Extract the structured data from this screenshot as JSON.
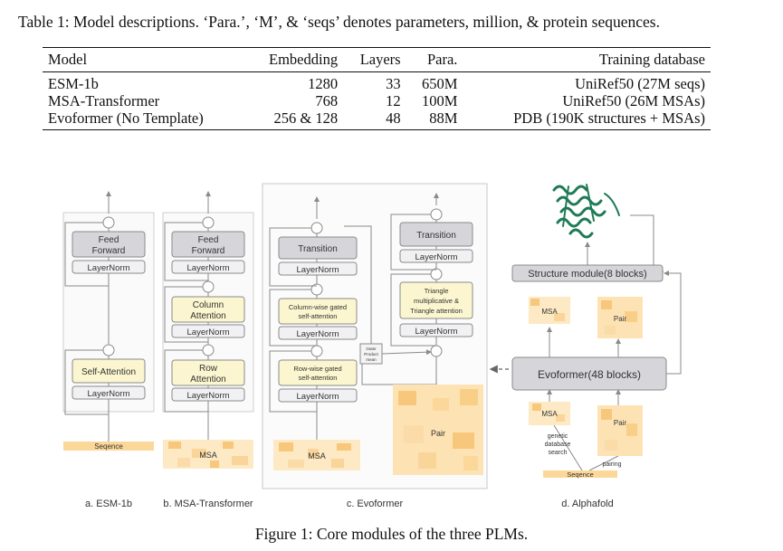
{
  "table": {
    "caption": "Table 1: Model descriptions. ‘Para.’, ‘M’, & ‘seqs’ denotes parameters, million, & protein sequences.",
    "headers": [
      "Model",
      "Embedding",
      "Layers",
      "Para.",
      "Training database"
    ],
    "rows": [
      [
        "ESM-1b",
        "1280",
        "33",
        "650M",
        "UniRef50 (27M seqs)"
      ],
      [
        "MSA-Transformer",
        "768",
        "12",
        "100M",
        "UniRef50 (26M MSAs)"
      ],
      [
        "Evoformer (No Template)",
        "256 & 128",
        "48",
        "88M",
        "PDB (190K structures + MSAs)"
      ]
    ]
  },
  "figure": {
    "caption": "Figure 1: Core modules of the three PLMs.",
    "esm": {
      "ff": [
        "Feed",
        "Forward"
      ],
      "ln": "LayerNorm",
      "sa": "Self-Attention",
      "input": "Seqence",
      "label": "a. ESM-1b"
    },
    "msa_tr": {
      "ff": [
        "Feed",
        "Forward"
      ],
      "ln": "LayerNorm",
      "col": [
        "Column",
        "Attention"
      ],
      "row": [
        "Row",
        "Attention"
      ],
      "input": "MSA",
      "label": "b. MSA-Transformer"
    },
    "evo": {
      "transition": "Transition",
      "ln": "LayerNorm",
      "col": [
        "Column-wise gated",
        "self-attention"
      ],
      "row": [
        "Row-wise gated",
        "self-attention"
      ],
      "tri": [
        "Triangle",
        "multiplicative &",
        "Triangle attention"
      ],
      "outer": [
        "Outer",
        "Product",
        "mean"
      ],
      "msa": "MSA",
      "pair": "Pair",
      "label": "c. Evoformer"
    },
    "af": {
      "structure": "Structure module(8 blocks)",
      "evoformer": "Evoformer(48 blocks)",
      "msa": "MSA",
      "pair": "Pair",
      "search": [
        "genetic",
        "database",
        "search"
      ],
      "pairing": "pairing",
      "input": "Seqence",
      "label": "d. Alphafold"
    }
  },
  "colors": {
    "yellow_box": "#fbf6cf",
    "gray_box": "#d6d6da",
    "light_box": "#f1f1f3",
    "orange": "#f7c77c",
    "orange_light": "#fde9c4",
    "line": "#8a8a8a"
  }
}
